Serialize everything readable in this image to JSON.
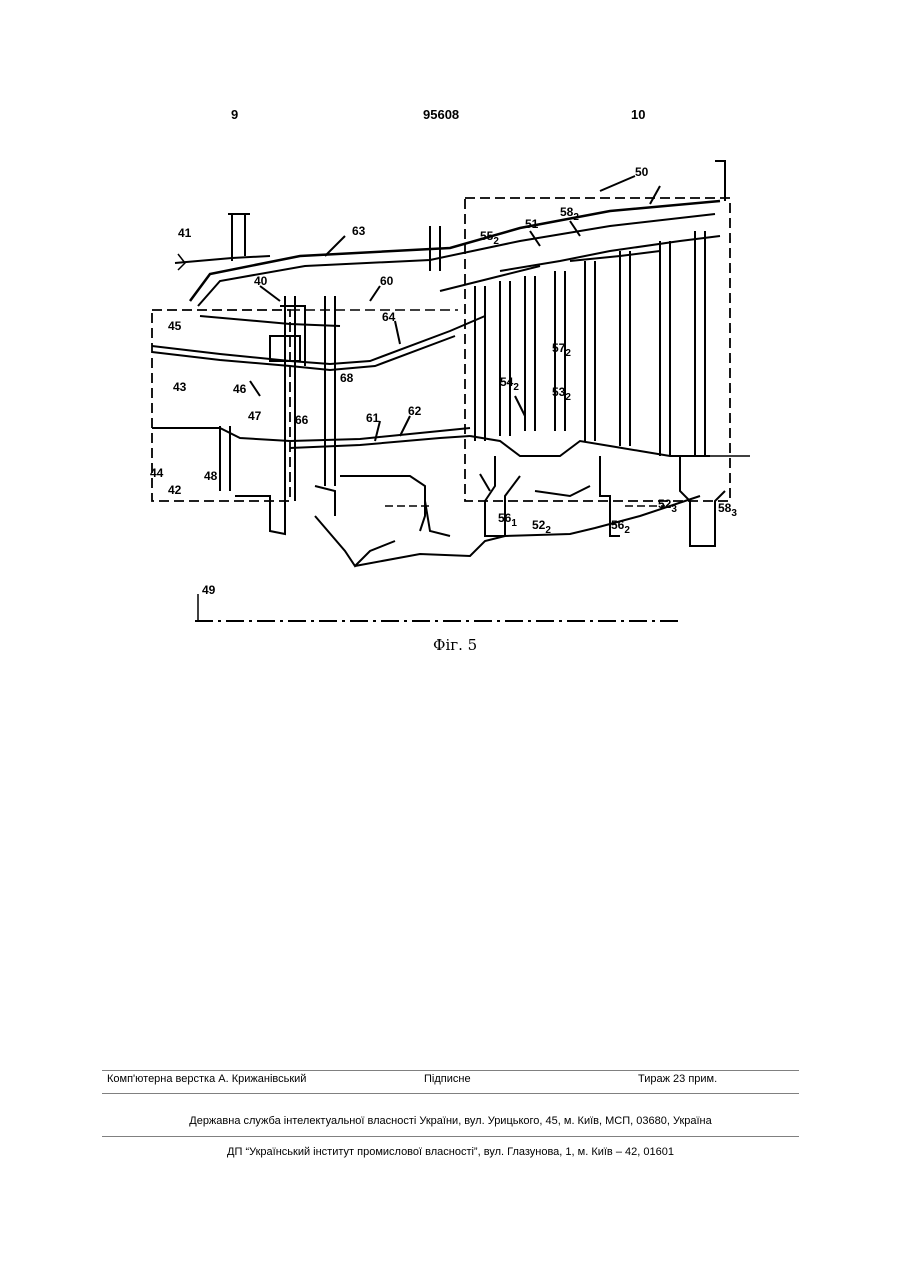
{
  "header": {
    "page_left": "9",
    "patent_number": "95608",
    "page_right": "10"
  },
  "figure": {
    "caption": "Фіг. 5",
    "labels": {
      "l41": "41",
      "l63": "63",
      "l40": "40",
      "l60": "60",
      "l64": "64",
      "l45": "45",
      "l43": "43",
      "l46": "46",
      "l47": "47",
      "l44": "44",
      "l42": "42",
      "l48": "48",
      "l68": "68",
      "l66": "66",
      "l61": "61",
      "l62": "62",
      "l49": "49",
      "l50": "50",
      "l51": "51",
      "l55": "55",
      "l55s": "2",
      "l58": "58",
      "l58s": "2",
      "l57": "57",
      "l57s": "2",
      "l54": "54",
      "l54s": "2",
      "l53": "53",
      "l53s": "2",
      "l56a": "56",
      "l56as": "1",
      "l52a": "52",
      "l52as": "2",
      "l56b": "56",
      "l56bs": "2",
      "l52b": "52",
      "l52bs": "3",
      "l58b": "58",
      "l58bs": "3"
    }
  },
  "footer": {
    "layout": "Комп'ютерна верстка А. Крижанівський",
    "signed": "Підписне",
    "circulation": "Тираж 23 прим.",
    "service": "Державна служба інтелектуальної власності України, вул. Урицького, 45, м. Київ, МСП, 03680, Україна",
    "institute": "ДП “Український інститут промислової власності”, вул. Глазунова, 1, м. Київ – 42, 01601"
  }
}
